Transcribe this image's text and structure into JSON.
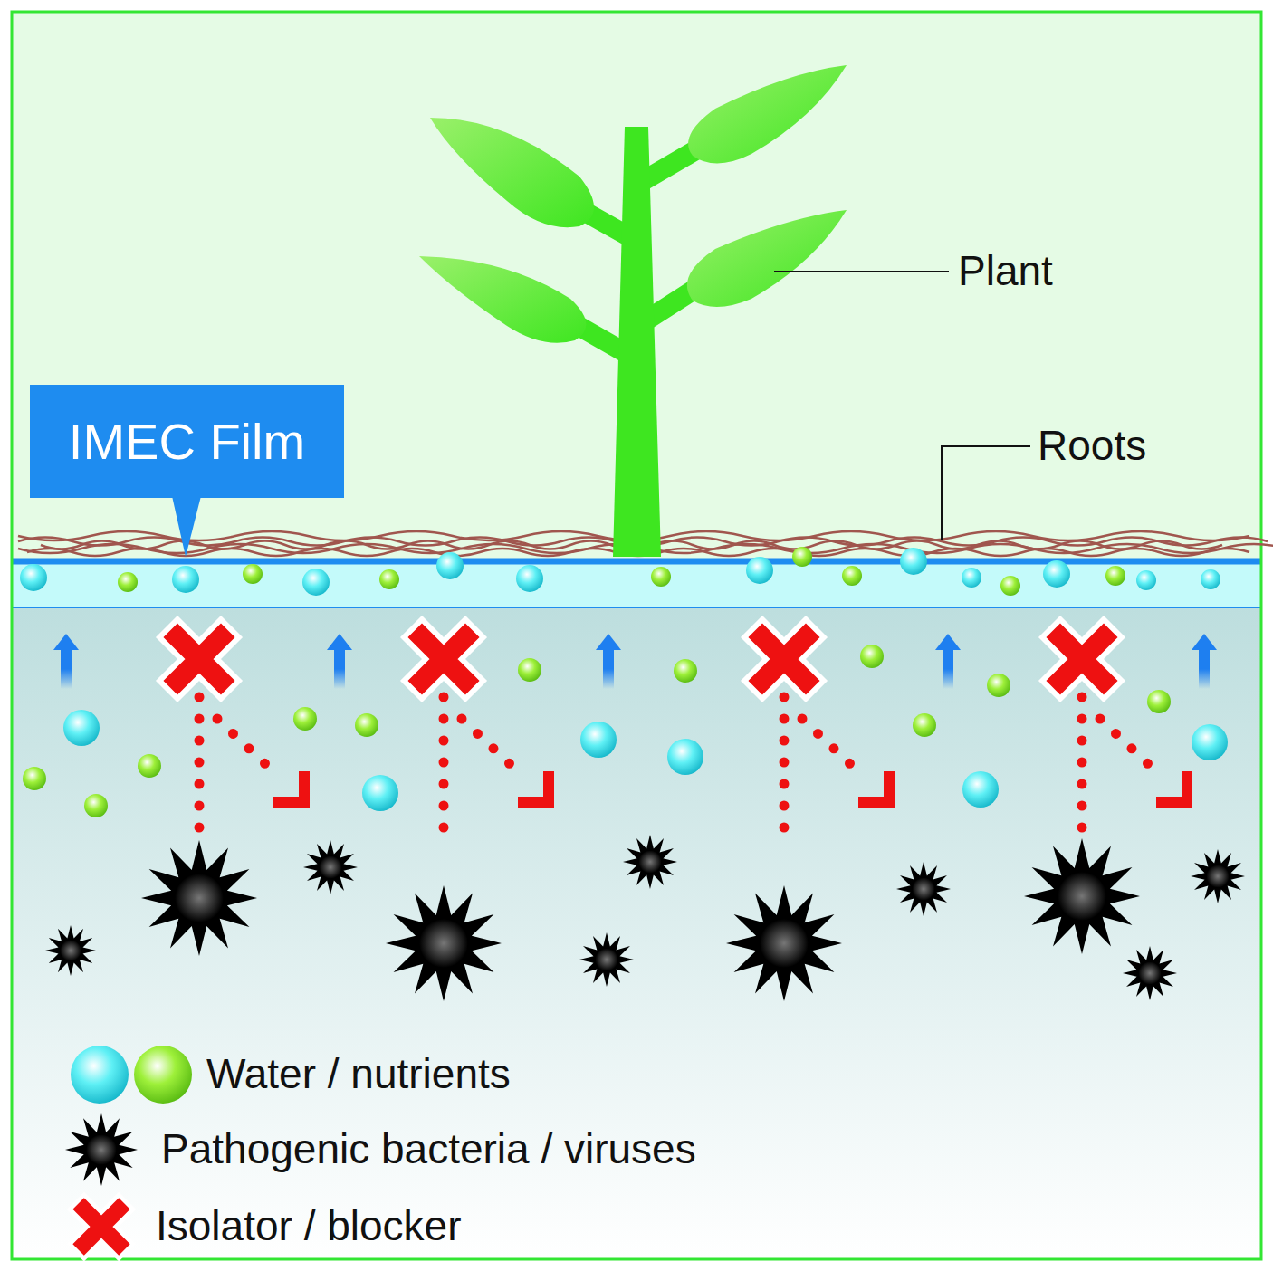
{
  "diagram": {
    "nodes": [
      {
        "text": [
          "IMEC Film"
        ]
      }
    ],
    "labels": [
      "Plant",
      "Roots"
    ],
    "legend": [
      {
        "text": "Water / nutrients"
      },
      {
        "text": "Pathogenic bacteria / viruses"
      },
      {
        "text": "Isolator / blocker"
      }
    ]
  }
}
